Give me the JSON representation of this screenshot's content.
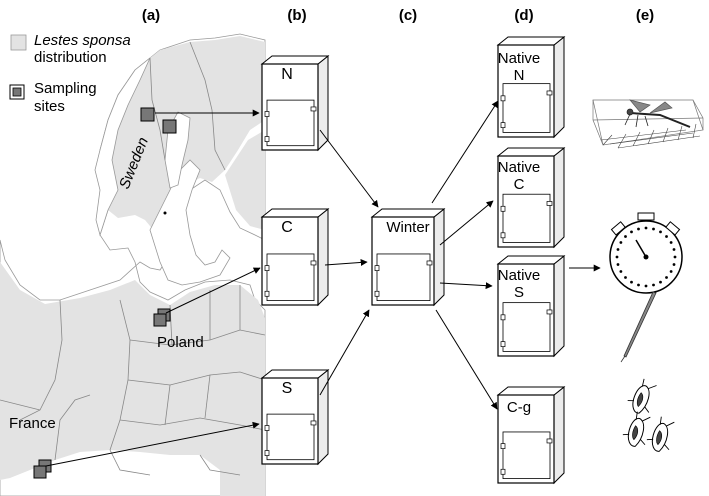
{
  "panels": {
    "a": "(a)",
    "b": "(b)",
    "c": "(c)",
    "d": "(d)",
    "e": "(e)"
  },
  "legend": {
    "distribution_italic": "Lestes sponsa",
    "distribution_rest": "distribution",
    "sampling_line1": "Sampling",
    "sampling_line2": "sites"
  },
  "map_labels": {
    "sweden": "Sweden",
    "poland": "Poland",
    "france": "France"
  },
  "chambers_b": {
    "north": "N",
    "central": "C",
    "south": "S"
  },
  "chamber_c": {
    "winter": "Winter"
  },
  "chambers_d": [
    {
      "line1": "Native",
      "line2": "N"
    },
    {
      "line1": "Native",
      "line2": "C"
    },
    {
      "line1": "Native",
      "line2": "S"
    },
    {
      "line1": "C-g",
      "line2": ""
    }
  ],
  "colors": {
    "distribution": "#e3e3e3",
    "map_border": "#888888",
    "site_fill": "#777777",
    "line": "#000000"
  },
  "icons": {
    "flight_box": "insect-in-flight-arena-icon",
    "stopwatch": "stopwatch-icon",
    "needle": "needle-icon",
    "larvae": "dragonfly-larva-icon"
  }
}
